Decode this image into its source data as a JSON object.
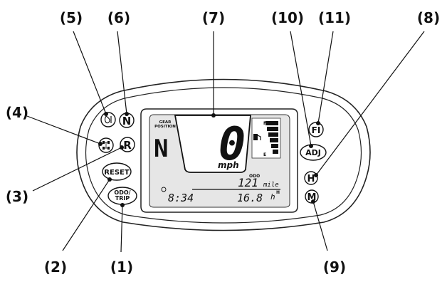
{
  "callouts": {
    "c1": "(1)",
    "c2": "(2)",
    "c3": "(3)",
    "c4": "(4)",
    "c5": "(5)",
    "c6": "(6)",
    "c7": "(7)",
    "c8": "(8)",
    "c9": "(9)",
    "c10": "(10)",
    "c11": "(11)"
  },
  "buttons": {
    "odo_trip_line1": "ODO/",
    "odo_trip_line2": "TRIP",
    "reset": "RESET",
    "adj": "ADJ"
  },
  "indicators": {
    "neutral": "N",
    "reverse": "R",
    "fi": "FI",
    "high": "H",
    "mode": "M"
  },
  "lcd": {
    "gear_label_line1": "GEAR",
    "gear_label_line2": "POSITION",
    "gear_value": "N",
    "speed": "0",
    "speed_unit": "mph",
    "fuel_full": "F",
    "fuel_empty": "E",
    "odo_label": "ODO",
    "odo_value": "121",
    "odo_unit": "mile",
    "clock": "8:34",
    "hour_value": "16.8",
    "hour_unit": "h"
  }
}
